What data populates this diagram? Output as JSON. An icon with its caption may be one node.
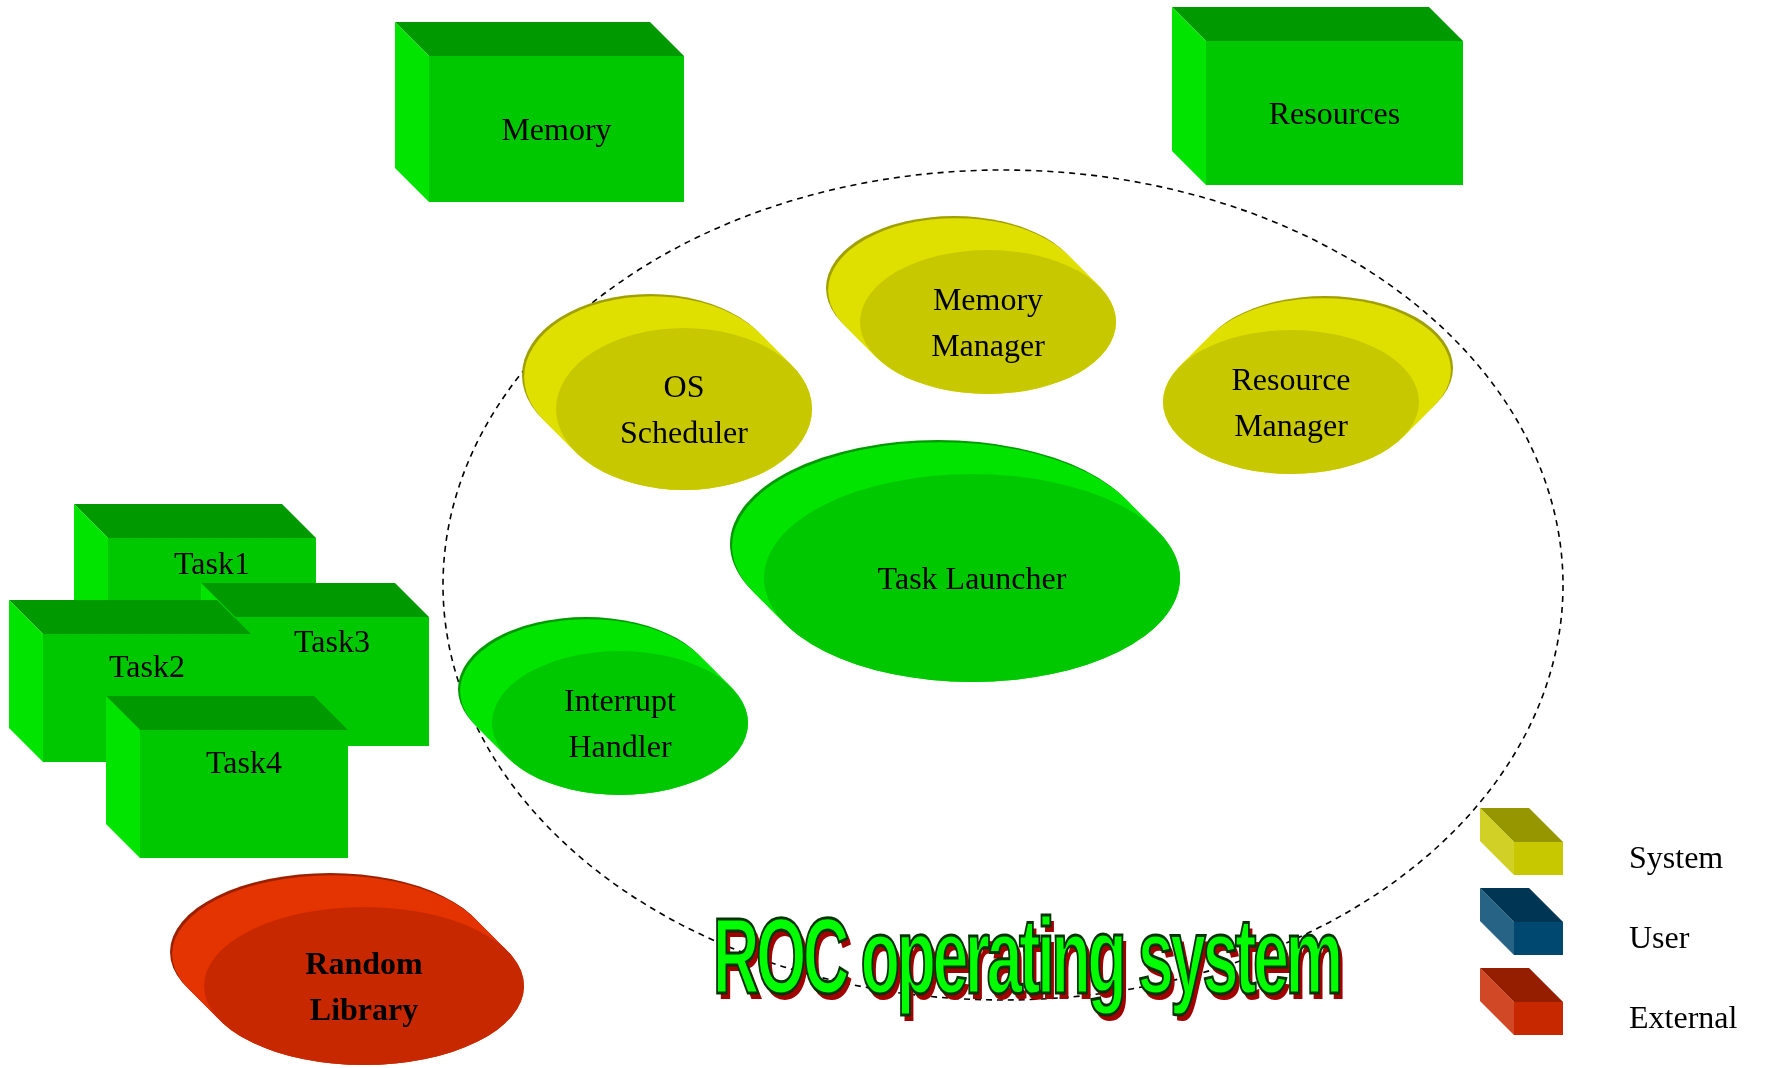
{
  "diagram": {
    "title": "ROC operating system",
    "nodes": [
      {
        "text": [
          "Memory"
        ]
      },
      {
        "text": [
          "Resources"
        ]
      },
      {
        "text": [
          "Memory Manager"
        ]
      },
      {
        "text": [
          "OS Scheduler"
        ]
      },
      {
        "text": [
          "Resource Manager"
        ]
      },
      {
        "text": [
          "Task Launcher"
        ]
      },
      {
        "text": [
          "Task1"
        ]
      },
      {
        "text": [
          "Task3"
        ]
      },
      {
        "text": [
          "Task2"
        ]
      },
      {
        "text": [
          "Interrupt Handler"
        ]
      },
      {
        "text": [
          "Task4"
        ]
      },
      {
        "text": [
          "Random Library"
        ]
      }
    ],
    "edges": [],
    "legend": [
      {
        "text": "System",
        "color": "#c8c800"
      },
      {
        "text": "User",
        "color": "#004870"
      },
      {
        "text": "External",
        "color": "#c82800"
      }
    ]
  }
}
